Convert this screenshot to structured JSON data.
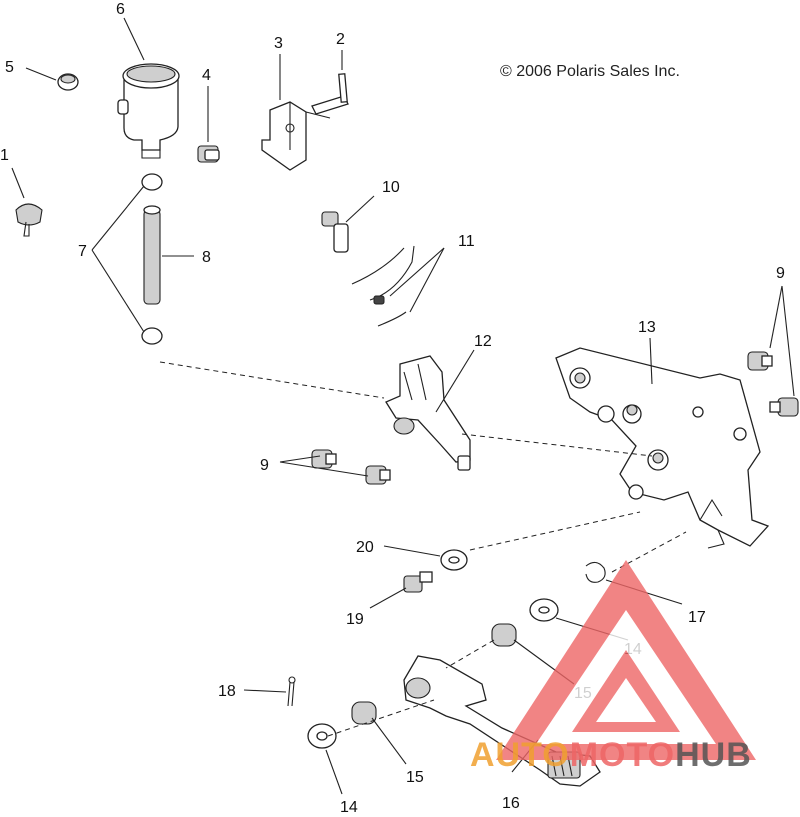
{
  "copyright": "© 2006 Polaris Sales Inc.",
  "callouts": {
    "c1": "1",
    "c2": "2",
    "c3": "3",
    "c4": "4",
    "c5": "5",
    "c6": "6",
    "c7": "7",
    "c8": "8",
    "c9a": "9",
    "c9b": "9",
    "c10": "10",
    "c11": "11",
    "c12": "12",
    "c13": "13",
    "c14a": "14",
    "c14b": "14",
    "c15a": "15",
    "c15b": "15",
    "c16": "16",
    "c17": "17",
    "c18": "18",
    "c19": "19",
    "c20": "20"
  },
  "watermark": {
    "part1": "AUTO",
    "part2": "MOTO",
    "part3": "HUB",
    "color_accent": "#f0a030",
    "color_logo": "#ee6666",
    "color_dark": "#555555"
  }
}
